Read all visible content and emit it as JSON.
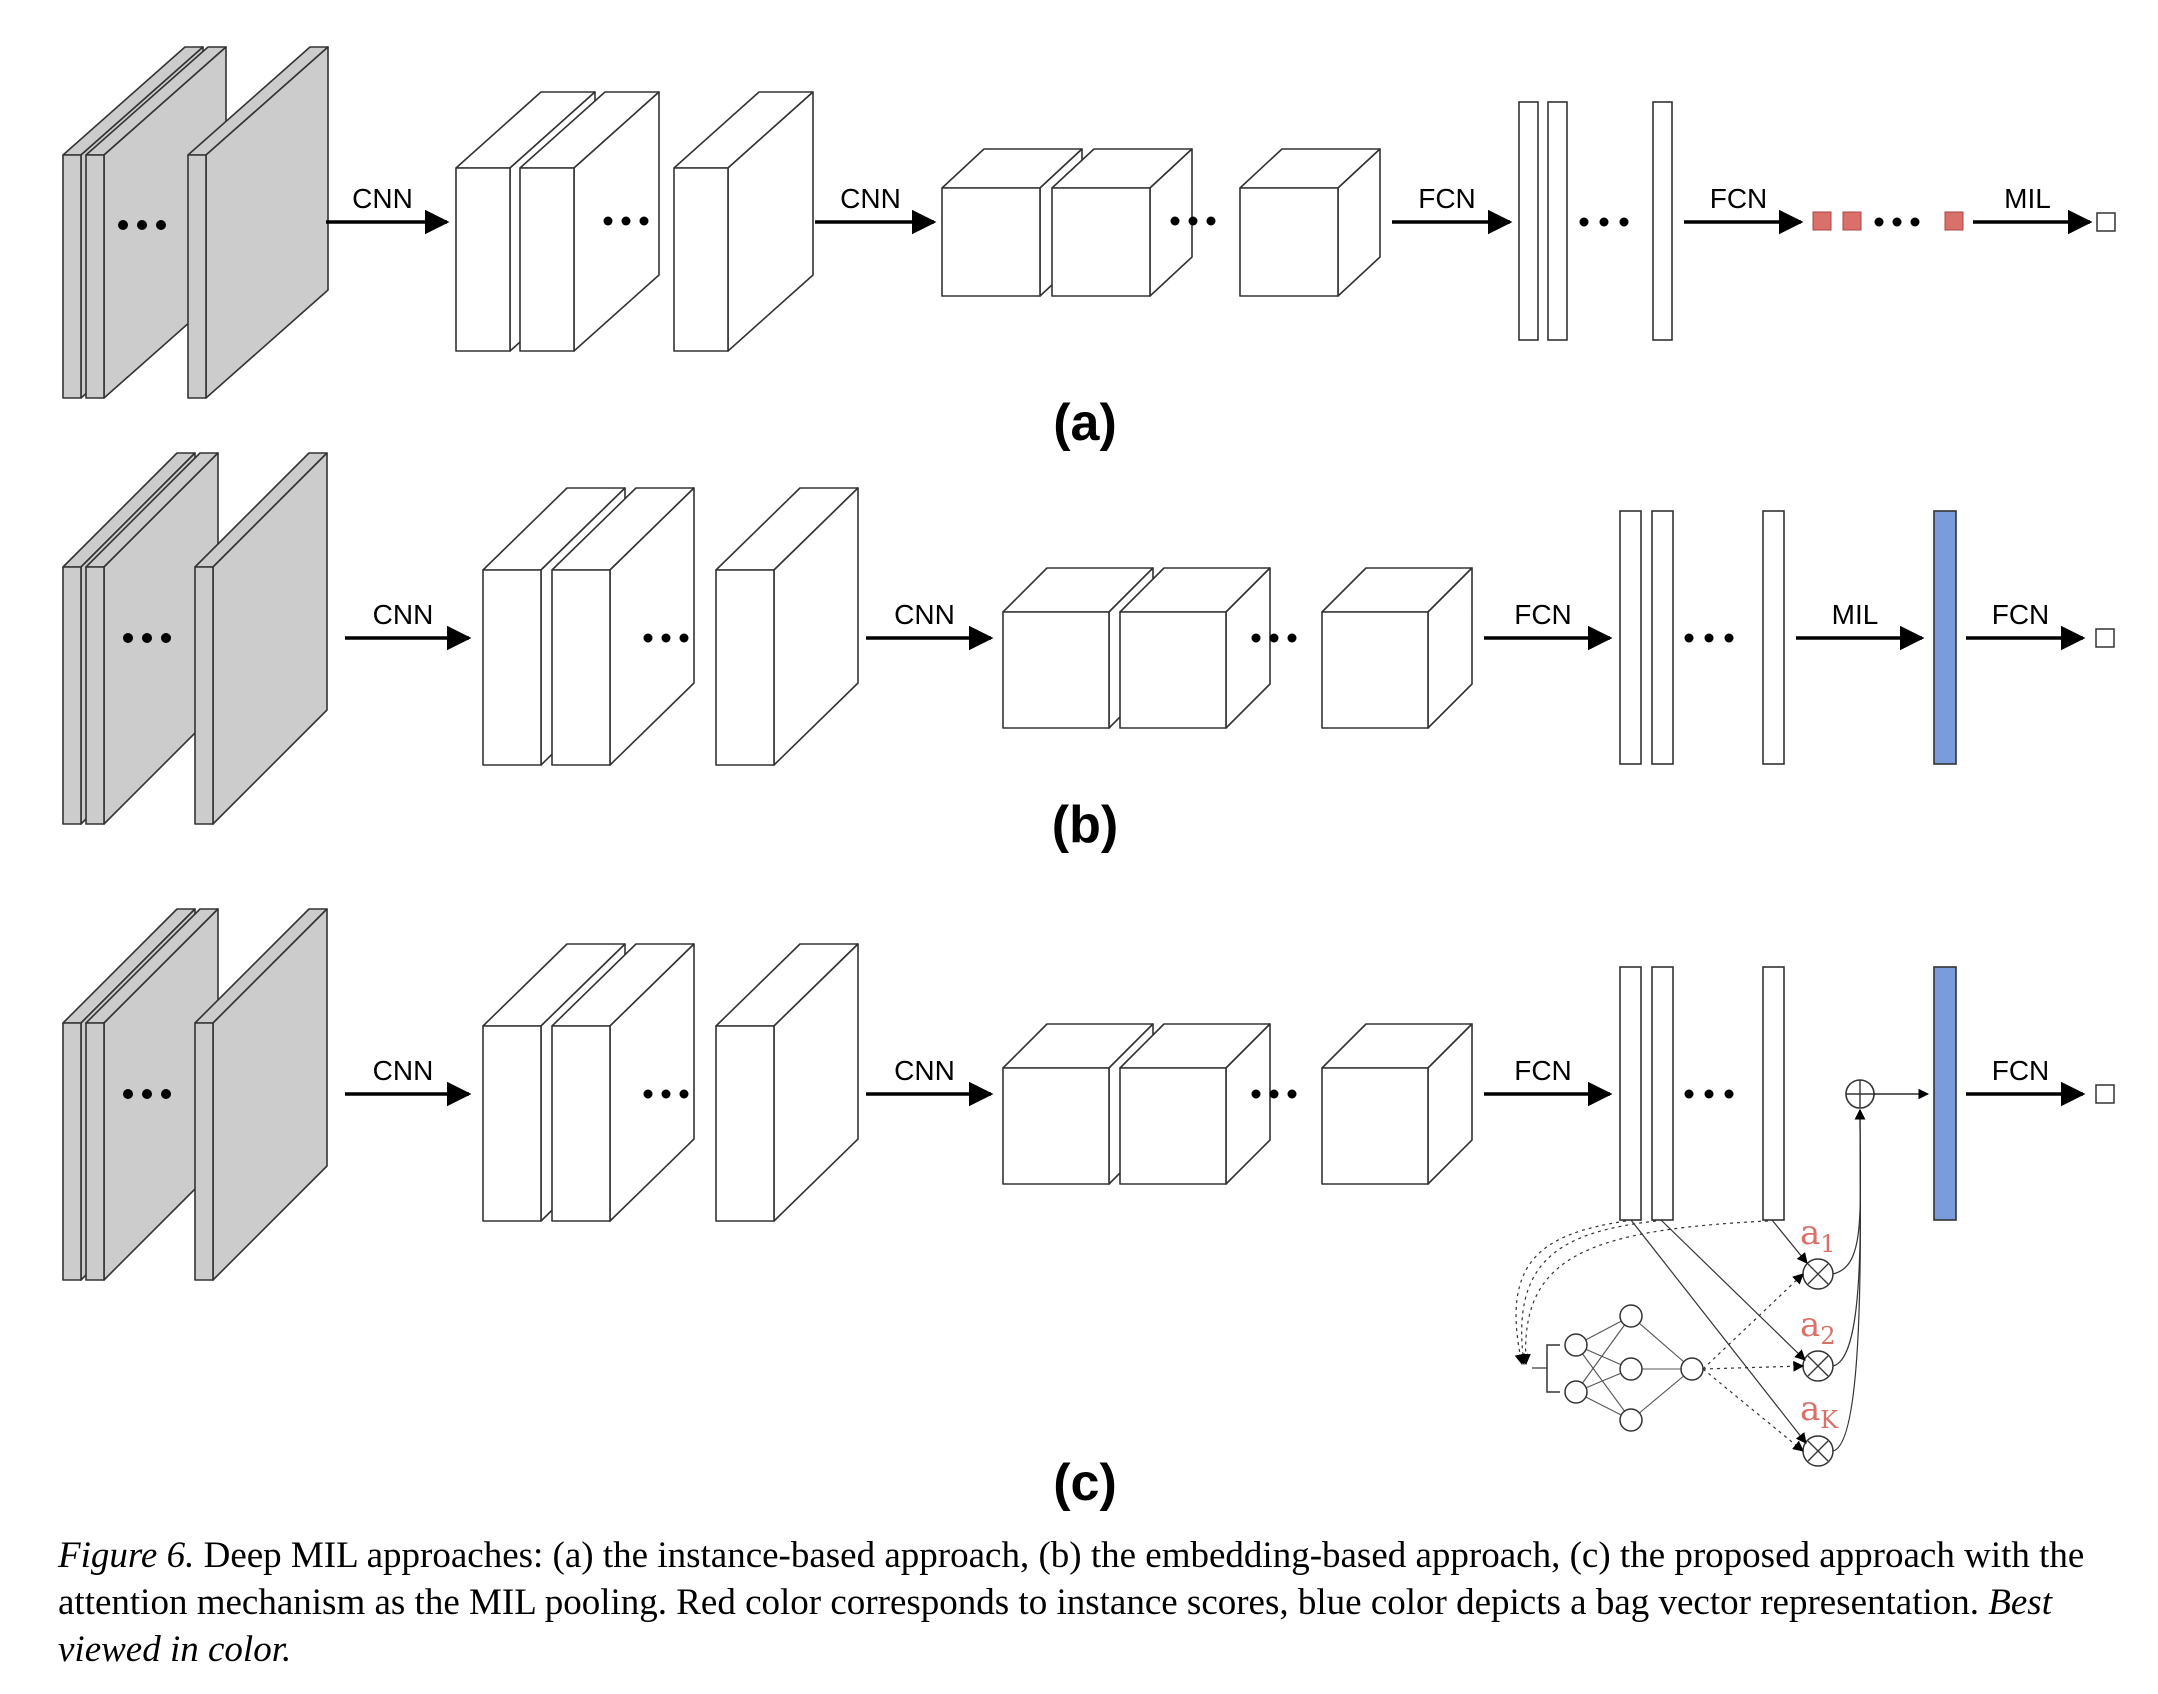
{
  "panels": [
    {
      "label": "(a)",
      "arrow_labels": [
        "CNN",
        "CNN",
        "FCN",
        "FCN",
        "MIL"
      ],
      "instance_score_color": "#d9706a"
    },
    {
      "label": "(b)",
      "arrow_labels": [
        "CNN",
        "CNN",
        "FCN",
        "MIL",
        "FCN"
      ],
      "bag_vector_color": "#7a9cdc"
    },
    {
      "label": "(c)",
      "arrow_labels": [
        "CNN",
        "CNN",
        "FCN",
        "FCN"
      ],
      "bag_vector_color": "#7a9cdc",
      "attention_weights": [
        {
          "base": "a",
          "sub": "1"
        },
        {
          "base": "a",
          "sub": "2"
        },
        {
          "base": "a",
          "sub": "K"
        }
      ]
    }
  ],
  "caption": {
    "figure_label": "Figure 6.",
    "text": " Deep MIL approaches: (a) the instance-based approach, (b) the embedding-based approach, (c) the proposed approach with the attention mechanism as the MIL pooling. Red color corresponds to instance scores, blue color depicts a bag vector representation. ",
    "emphasis": "Best viewed in color."
  },
  "colors": {
    "input_slice": "#cccccc",
    "instance_score": "#d9706a",
    "bag_vector": "#7a9cdc",
    "weight_label": "#d9706a"
  }
}
